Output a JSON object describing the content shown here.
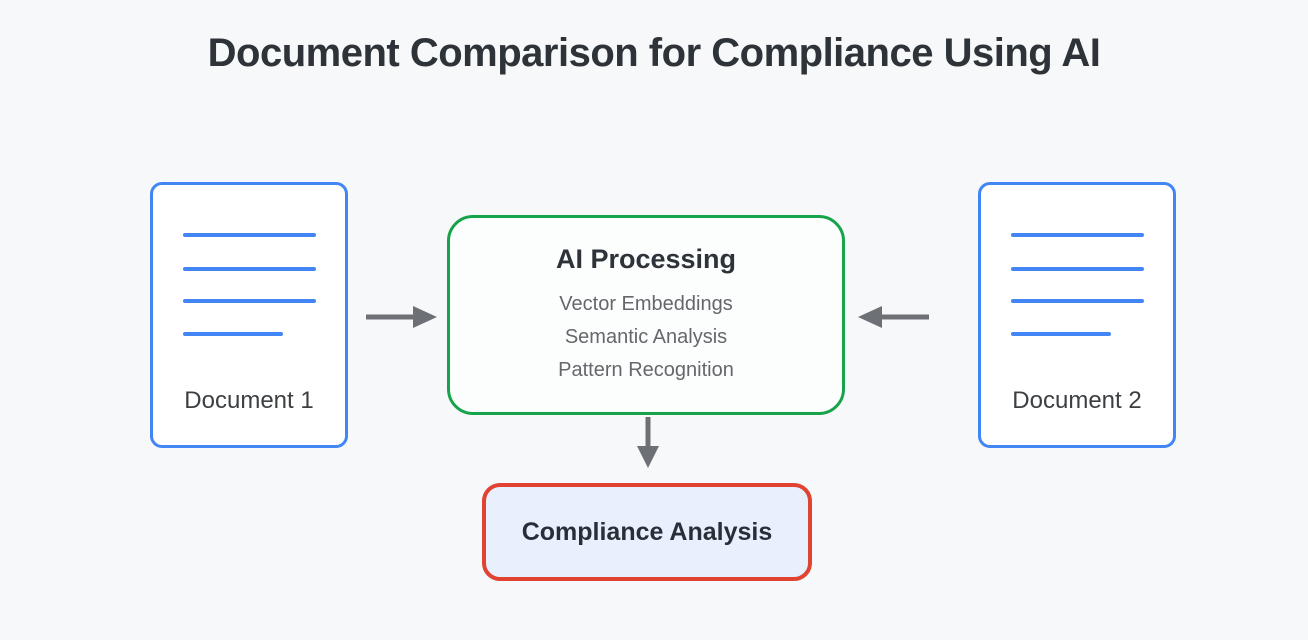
{
  "title": "Document Comparison for Compliance Using AI",
  "nodes": {
    "document1": {
      "label": "Document 1"
    },
    "document2": {
      "label": "Document 2"
    },
    "ai_processing": {
      "title": "AI Processing",
      "items": [
        "Vector Embeddings",
        "Semantic Analysis",
        "Pattern Recognition"
      ]
    },
    "compliance": {
      "label": "Compliance Analysis"
    }
  },
  "arrows": [
    {
      "name": "doc1-to-ai",
      "direction": "right"
    },
    {
      "name": "doc2-to-ai",
      "direction": "left"
    },
    {
      "name": "ai-to-compliance",
      "direction": "down"
    }
  ],
  "colors": {
    "canvas_bg": "#f7f8fa",
    "doc_border": "#4285f4",
    "doc_line": "#4285f4",
    "doc_bg": "#ffffff",
    "ai_border": "#16a34a",
    "ai_bg": "#fcfdfd",
    "compliance_border": "#e04331",
    "compliance_bg": "#e8f0fe",
    "arrow": "#6d7175",
    "title_text": "#2d3338",
    "label_text": "#3c4043",
    "subtext": "#64686c"
  }
}
